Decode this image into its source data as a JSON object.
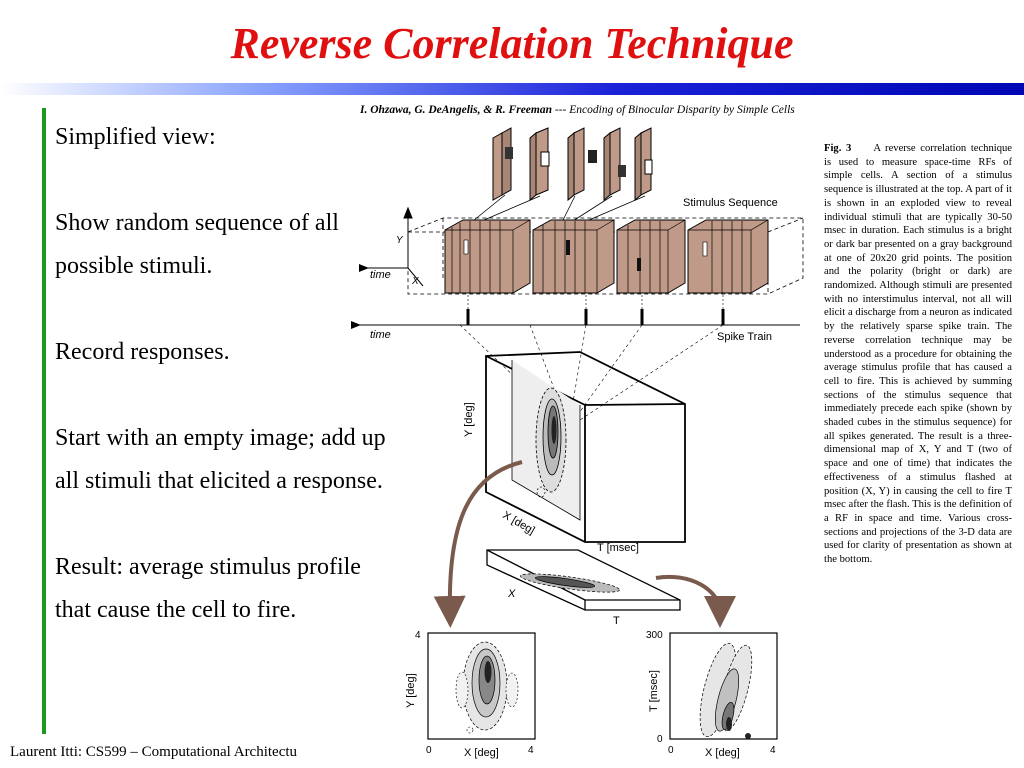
{
  "title": "Reverse Correlation Technique",
  "bullets": [
    "Simplified view:",
    "Show random sequence of all possible stimuli.",
    "Record responses.",
    "Start with an empty image; add up all stimuli that elicited a response.",
    "Result: average stimulus profile that cause the cell to fire."
  ],
  "footer": "Laurent Itti: CS599 – Computational Architectu",
  "citation": {
    "authors": "I. Ohzawa, G. DeAngelis, & R. Freeman",
    "separator": " --- ",
    "paper": "Encoding of Binocular Disparity by Simple Cells"
  },
  "caption": {
    "label": "Fig. 3",
    "text": "A reverse correlation technique is used to measure space-time RFs of simple cells. A section of a stimulus sequence is illustrated at the top. A part of it is shown in an exploded view to reveal individual stimuli that are typically 30-50 msec in duration. Each stimulus is a bright or dark bar presented on a gray background at one of 20x20 grid points. The position and the polarity (bright or dark) are randomized. Although stimuli are presented with no interstimulus interval, not all will elicit a discharge from a neuron as indicated by the relatively sparse spike train. The reverse correlation technique may be understood as a procedure for obtaining the average stimulus profile that has caused a cell to fire. This is achieved by summing sections of the stimulus sequence that immediately precede each spike (shown by shaded cubes in the stimulus sequence) for all spikes generated. The result is a three-dimensional map of X, Y and T (two of space and one of time) that indicates the effectiveness of a stimulus flashed at position (X, Y) in causing the cell to fire T msec after the flash. This is the definition of a RF in space and time. Various cross-sections and projections of the 3-D data are used for clarity of presentation as shown at the bottom."
  },
  "diagram": {
    "stimulus_sequence_label": "Stimulus Sequence",
    "spike_train_label": "Spike Train",
    "time_label": "time",
    "y_axis": "Y",
    "x_axis": "X",
    "cube_y_label": "Y [deg]",
    "cube_x_label": "X [deg]",
    "cube_t_label": "T [msec]",
    "slab_x_label": "X",
    "slab_t_label": "T",
    "plot1": {
      "ylabel": "Y [deg]",
      "xlabel": "X [deg]",
      "ymax": "4",
      "xmin": "0",
      "xmax": "4"
    },
    "plot2": {
      "ylabel": "T [msec]",
      "xlabel": "X [deg]",
      "ymax": "300",
      "ymin": "0",
      "xmin": "0",
      "xmax": "4"
    }
  },
  "colors": {
    "title": "#e01010",
    "stimulus_block": "#c09a88",
    "arrow": "#7a5a4c",
    "accent_bar": "#1c9a1c"
  }
}
